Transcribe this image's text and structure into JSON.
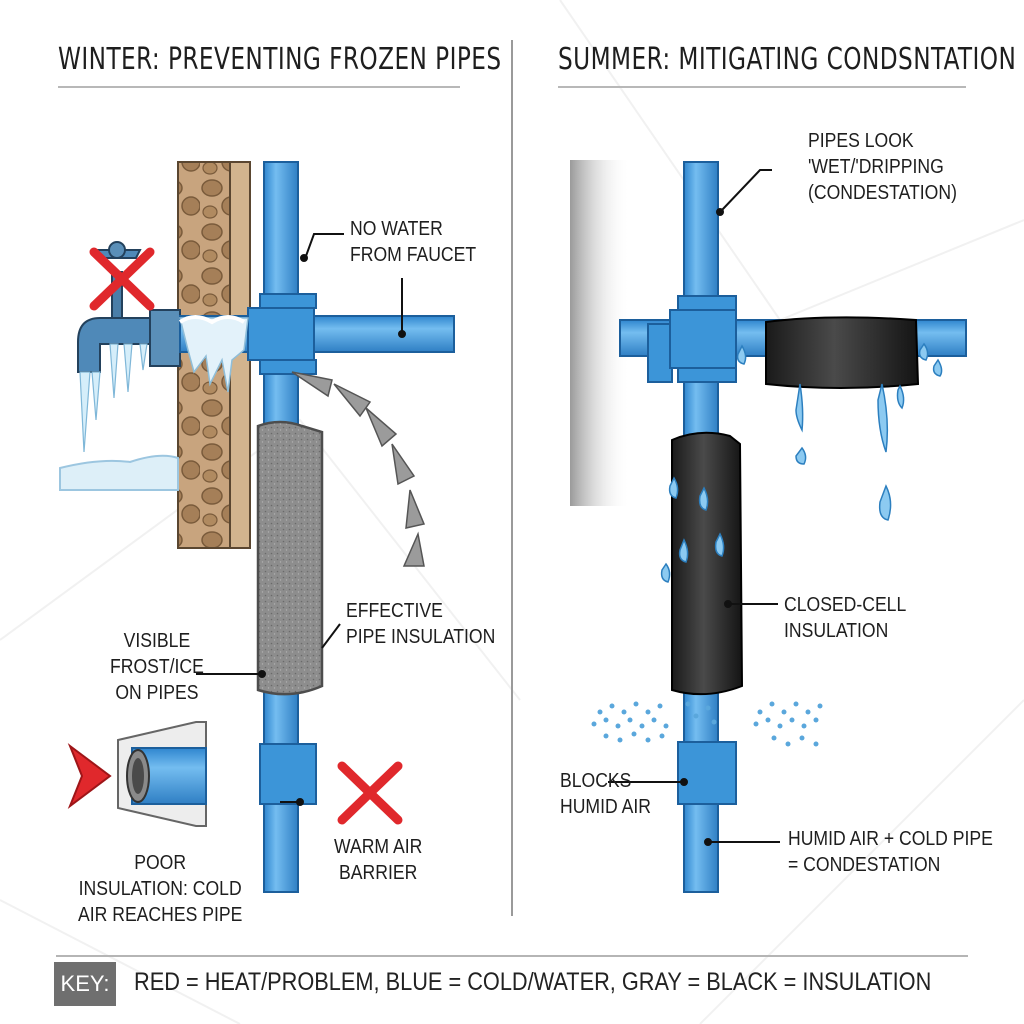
{
  "winter": {
    "title": "WINTER: PREVENTING FROZEN PIPES",
    "labels": {
      "no_water_l1": "NO WATER",
      "no_water_l2": "FROM FAUCET",
      "effective_l1": "EFFECTIVE",
      "effective_l2": "PIPE INSULATION",
      "frost_l1": "VISIBLE",
      "frost_l2": "FROST/ICE",
      "frost_l3": "ON PIPES",
      "poor_l1": "POOR",
      "poor_l2": "INSULATION: COLD",
      "poor_l3": "AIR REACHES PIPE",
      "warm_l1": "WARM AIR",
      "warm_l2": "BARRIER"
    }
  },
  "summer": {
    "title": "SUMMER: MITIGATING CONDSNTATION",
    "labels": {
      "wet_l1": "PIPES LOOK",
      "wet_l2": "'WET/'DRIPPING",
      "wet_l3": "(CONDESTATION)",
      "closed_l1": "CLOSED-CELL",
      "closed_l2": "INSULATION",
      "blocks_l1": "BLOCKS",
      "blocks_l2": "HUMID AIR",
      "humid_l1": "HUMID AIR + COLD PIPE",
      "humid_l2": "= CONDESTATION"
    }
  },
  "key": {
    "label": "KEY:",
    "text": "RED = HEAT/PROBLEM,  BLUE = COLD/WATER, GRAY = BLACK = INSULATION"
  },
  "colors": {
    "pipe_blue": "#4fa6e6",
    "pipe_dark": "#1c5f9c",
    "problem_red": "#e0282c",
    "insulation_gray": "#8d8d8d",
    "insulation_black": "#262626",
    "ice": "#cfeaf8"
  },
  "icons": [
    "x-mark-icon",
    "faucet-icon",
    "water-drop-icon",
    "red-arrow-icon"
  ]
}
